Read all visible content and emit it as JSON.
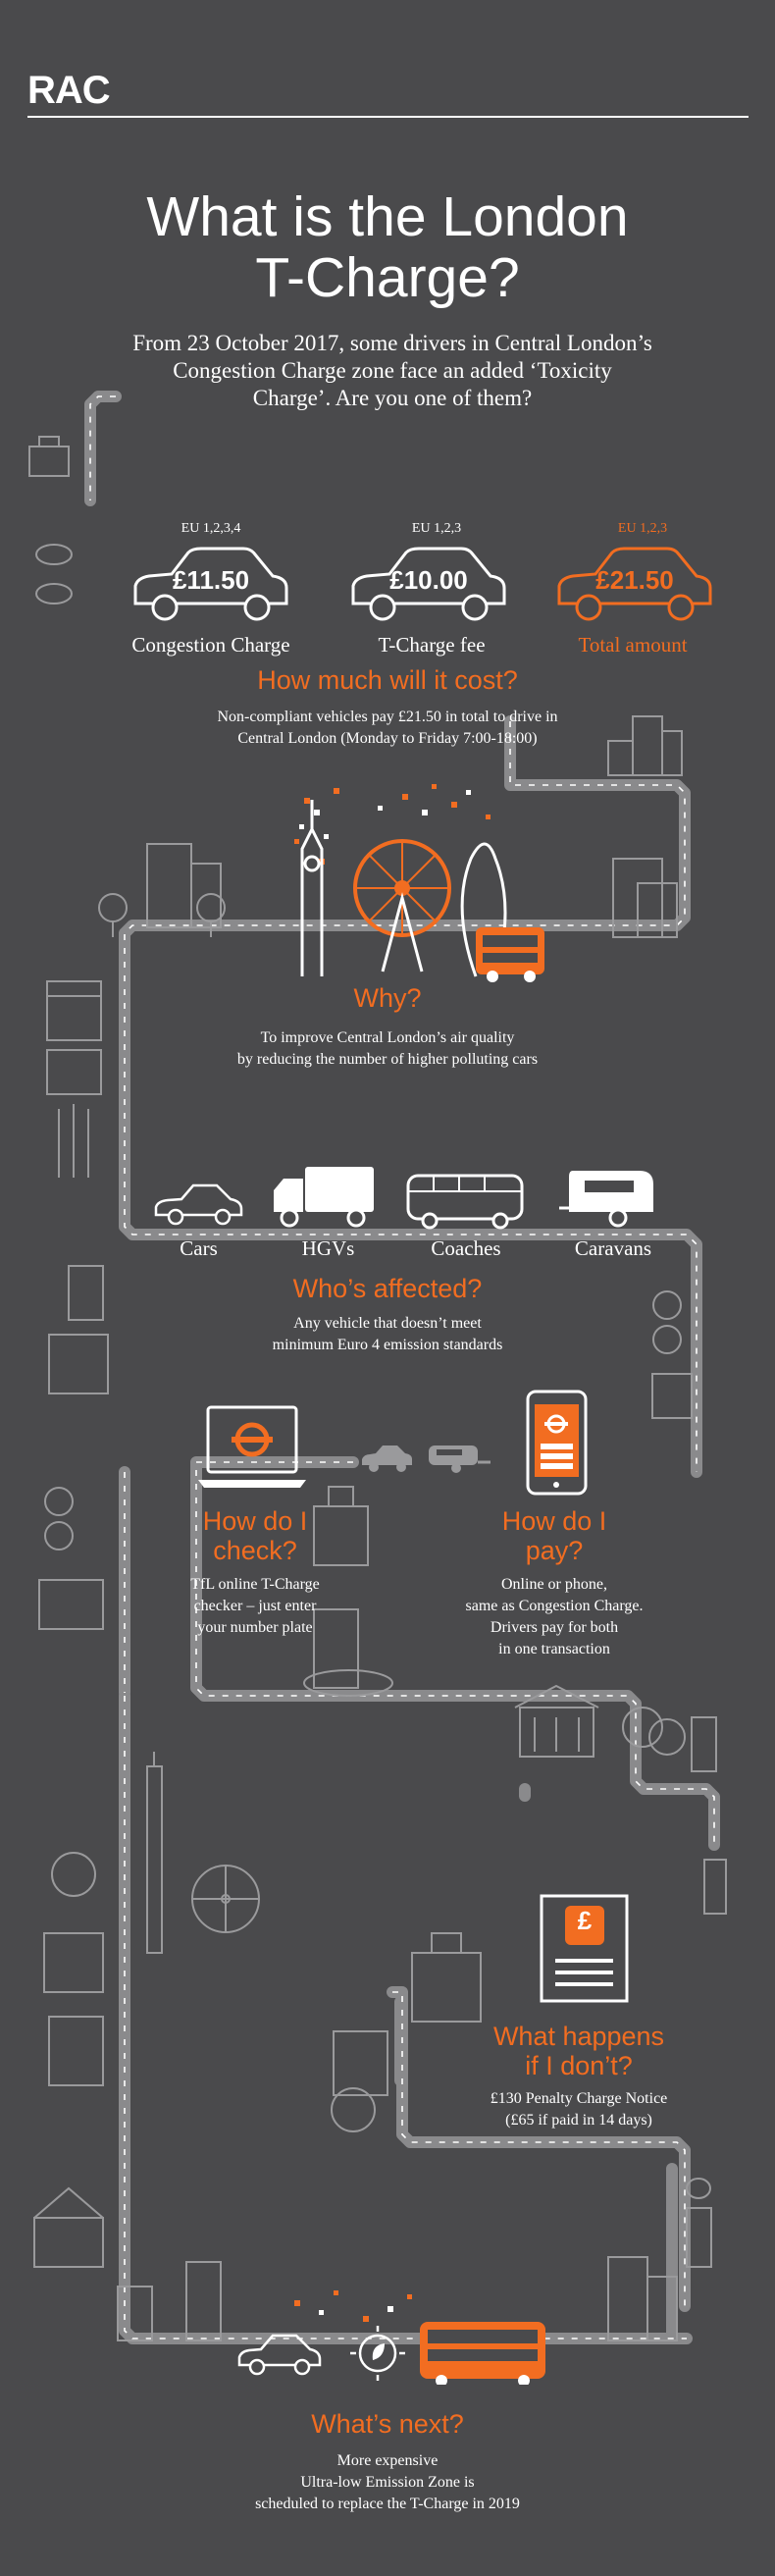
{
  "brand": {
    "logo": "RAC"
  },
  "title": {
    "line1": "What is the London",
    "line2": "T-Charge?"
  },
  "intro": "From 23 October 2017, some drivers in Central London’s Congestion Charge zone face an added ‘Toxicity Charge’. Are you one of them?",
  "cost": {
    "cards": [
      {
        "euro": "EU 1,2,3,4",
        "price": "£11.50",
        "label": "Congestion Charge",
        "color": "#ffffff"
      },
      {
        "euro": "EU 1,2,3",
        "price": "£10.00",
        "label": "T-Charge fee",
        "color": "#ffffff"
      },
      {
        "euro": "EU 1,2,3",
        "price": "£21.50",
        "label": "Total amount",
        "color": "#f26d21"
      }
    ],
    "heading": "How much will it cost?",
    "text1": "Non-compliant vehicles pay £21.50 in total to drive in",
    "text2": "Central London (Monday to Friday 7:00-18:00)"
  },
  "why": {
    "heading": "Why?",
    "text1": "To improve Central London’s air quality",
    "text2": "by reducing the number of higher polluting cars"
  },
  "affected": {
    "vehicles": [
      "Cars",
      "HGVs",
      "Coaches",
      "Caravans"
    ],
    "heading": "Who’s affected?",
    "text1": "Any vehicle that doesn’t meet",
    "text2": "minimum Euro 4 emission standards"
  },
  "check": {
    "heading1": "How do I",
    "heading2": "check?",
    "text1": "TfL online T-Charge",
    "text2": "checker – just enter",
    "text3": "your number plate"
  },
  "pay": {
    "heading1": "How do I",
    "heading2": "pay?",
    "text1": "Online or phone,",
    "text2": "same as Congestion Charge.",
    "text3": "Drivers pay for both",
    "text4": "in one transaction"
  },
  "penalty": {
    "heading1": "What happens",
    "heading2": "if I don’t?",
    "text1": "£130 Penalty Charge Notice",
    "text2": "(£65 if paid in 14 days)",
    "icon_glyph": "£"
  },
  "next": {
    "heading": "What’s next?",
    "text1": "More expensive",
    "text2": "Ultra-low Emission Zone is",
    "text3": "scheduled to replace the T-Charge in 2019"
  },
  "colors": {
    "background": "#4a4a4c",
    "accent": "#f26d21",
    "road": "#8a8a8c",
    "road_dash": "#ffffff",
    "icon_grey": "#9a9a9c"
  }
}
